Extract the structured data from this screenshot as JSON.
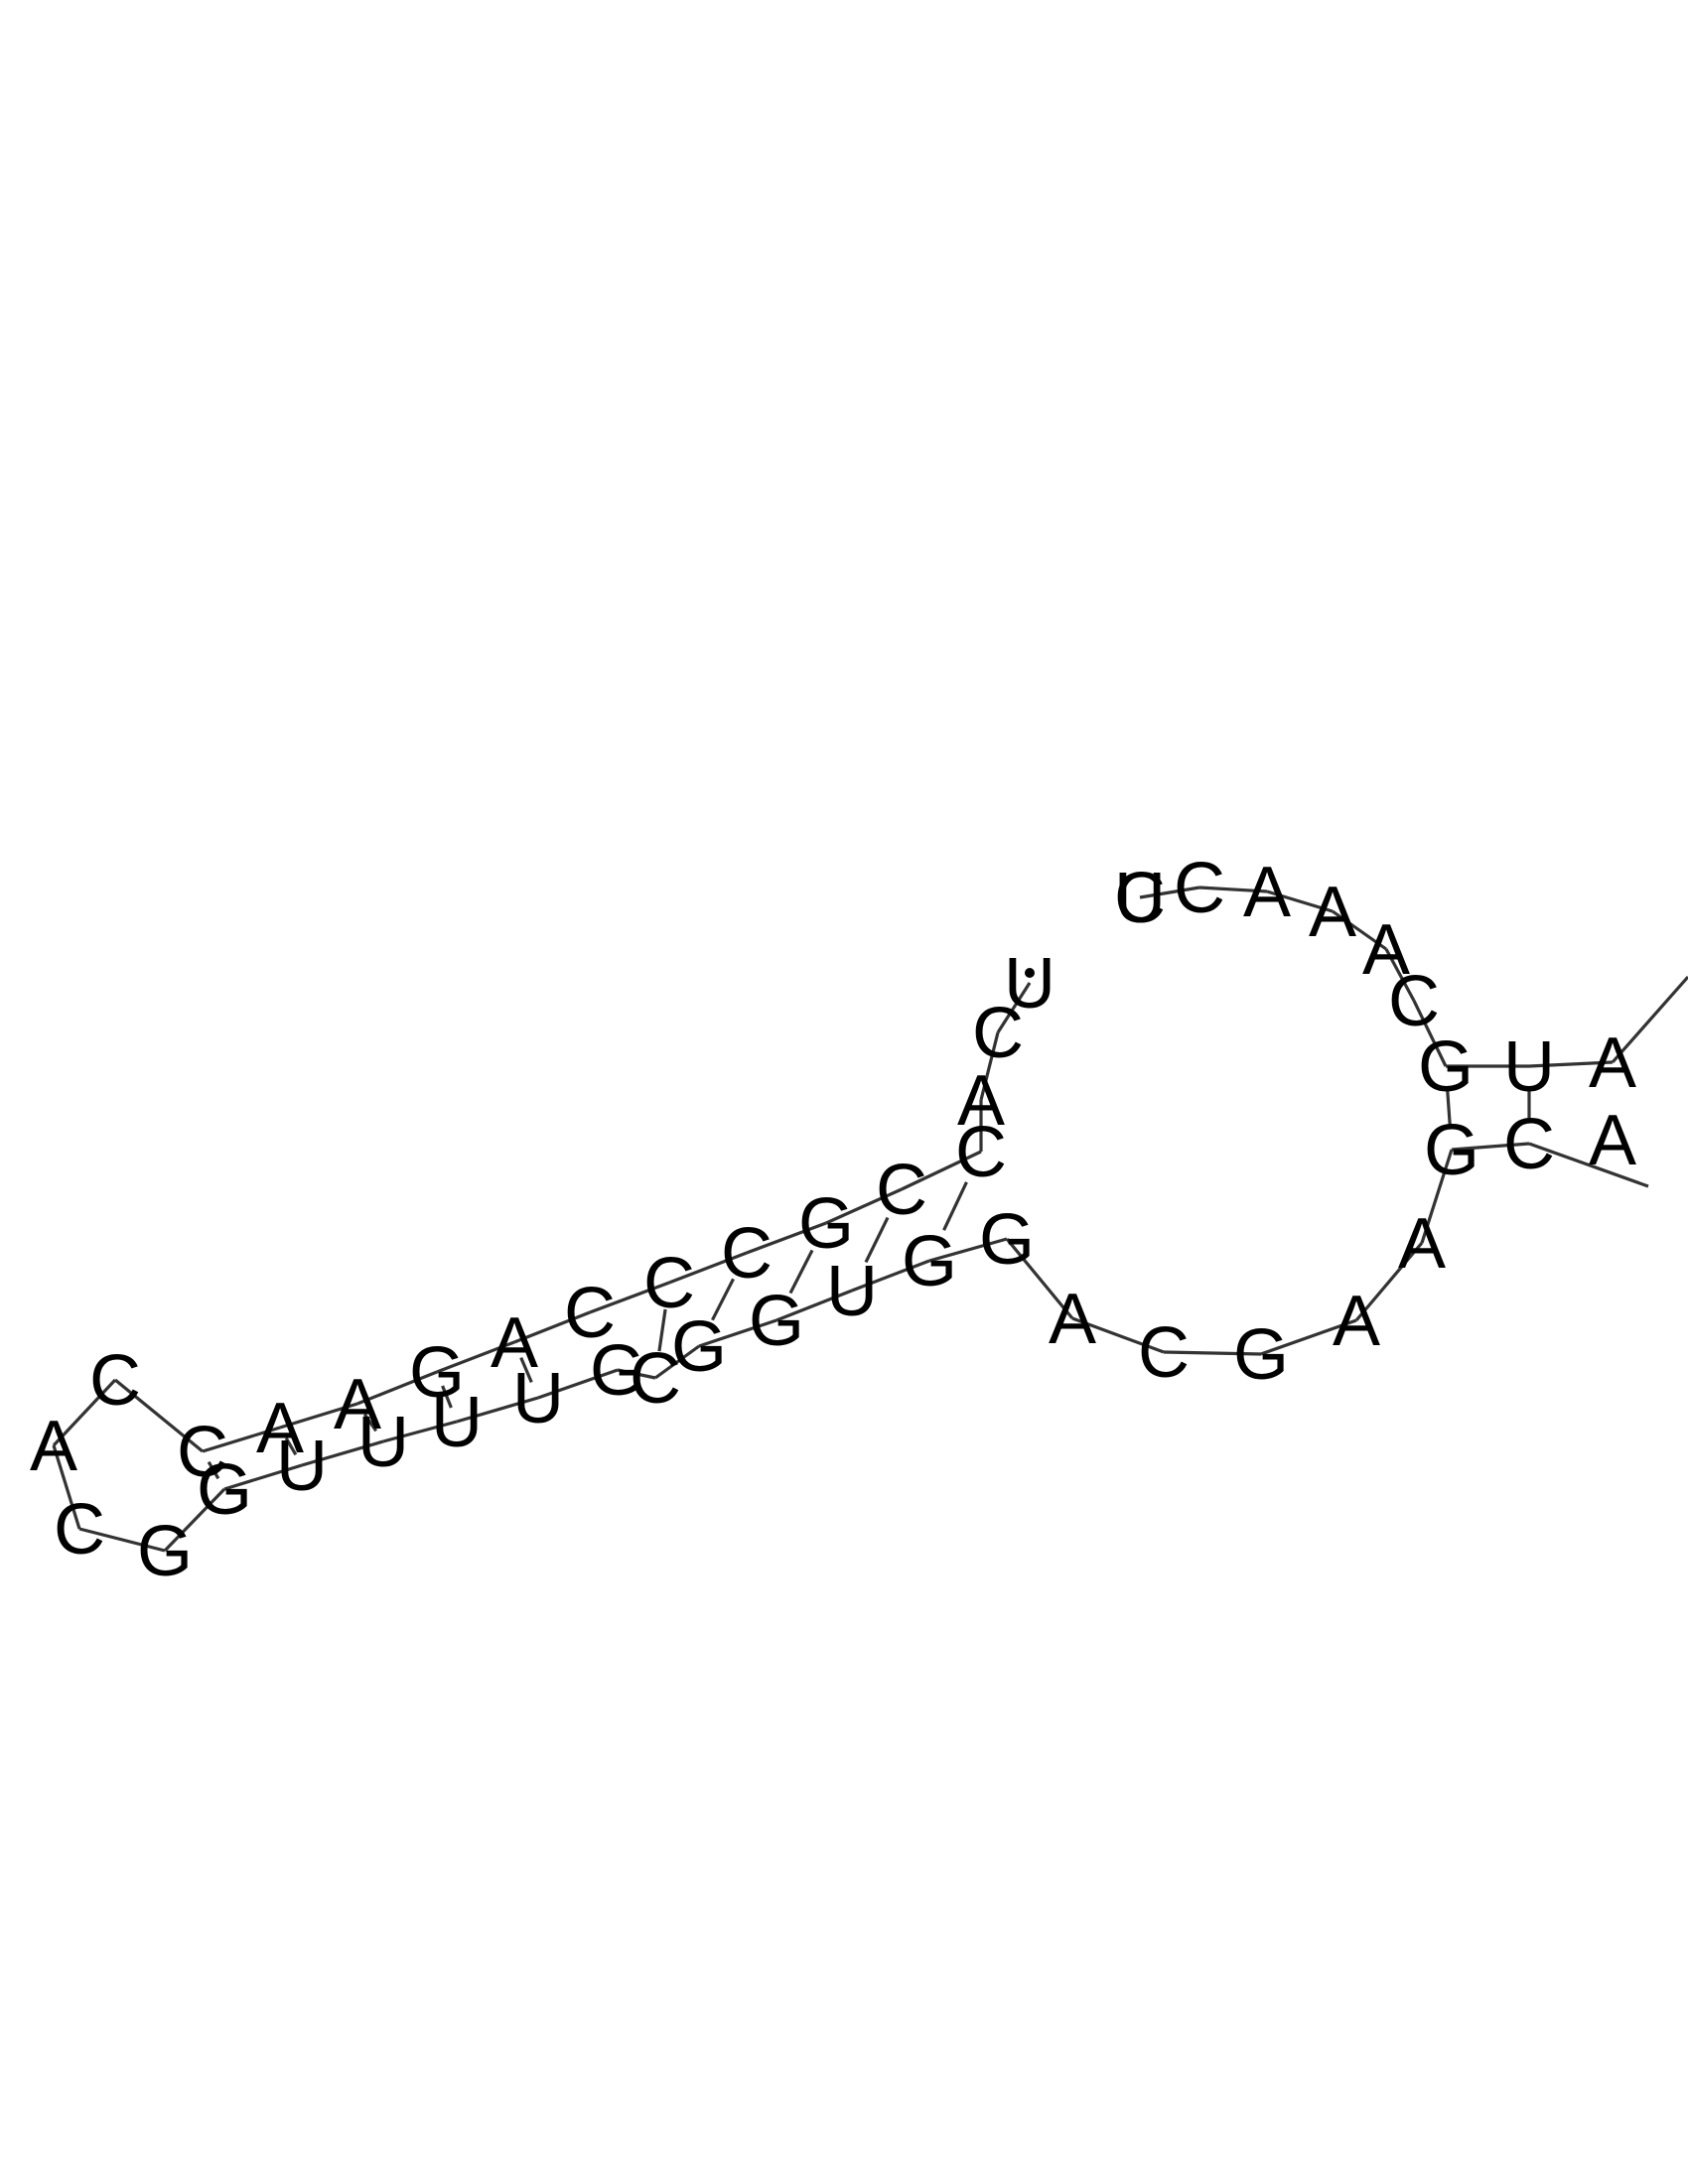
{
  "diagram": {
    "type": "rna-secondary-structure",
    "colors": {
      "text": "#000000",
      "backbone": "#333333",
      "background": "#ffffff"
    },
    "nucleotides": [
      "U",
      "C",
      "A",
      "C",
      "C",
      "G",
      "C",
      "C",
      "C",
      "A",
      "G",
      "A",
      "A",
      "C",
      "C",
      "A",
      "C",
      "G",
      "G",
      "U",
      "U",
      "U",
      "U",
      "G",
      "C",
      "G",
      "G",
      "U",
      "G",
      "G",
      "A",
      "C",
      "G",
      "A",
      "A",
      "G",
      "C",
      "A",
      "A",
      "U",
      "G",
      "C",
      "A",
      "A",
      "A",
      "C",
      "C",
      "U"
    ],
    "pairs": [
      [
        3,
        28
      ],
      [
        4,
        27
      ],
      [
        5,
        26
      ],
      [
        6,
        25
      ],
      [
        7,
        24
      ],
      [
        9,
        22
      ],
      [
        10,
        21
      ],
      [
        11,
        20
      ],
      [
        12,
        19
      ],
      [
        13,
        18
      ],
      [
        35,
        40
      ],
      [
        36,
        39
      ]
    ]
  }
}
